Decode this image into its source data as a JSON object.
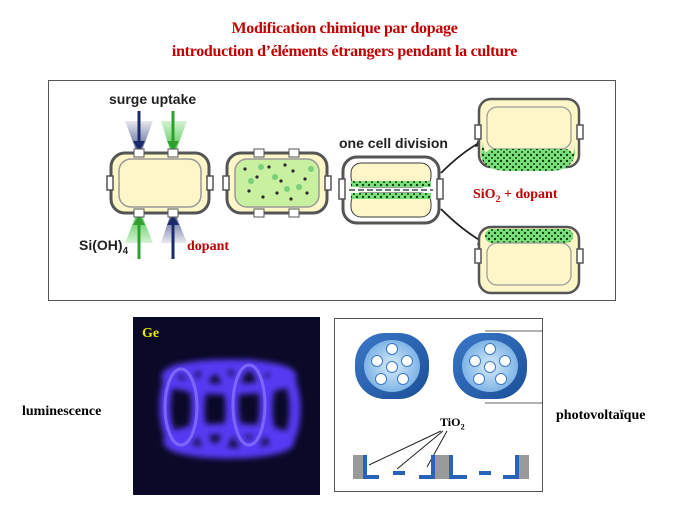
{
  "title": {
    "line1": "Modification chimique par dopage",
    "line2": "introduction d’éléments étrangers pendant la culture"
  },
  "diagram": {
    "surge_uptake": "surge uptake",
    "si_oh4": {
      "base": "Si(OH)",
      "sub": "4"
    },
    "dopant": "dopant",
    "one_cell_division": "one cell division",
    "sio2_dopant": {
      "pre": "SiO",
      "sub": "2",
      "post": " + dopant"
    }
  },
  "photo": {
    "element": "Ge"
  },
  "labels": {
    "luminescence": "luminescence",
    "photovoltaique": "photovoltaïque"
  },
  "pores": {
    "tio2": {
      "base": "TiO",
      "sub": "2"
    }
  },
  "colors": {
    "title_red": "#c00000",
    "cell_fill": "#fdf6c8",
    "green_silica": "#33cc33",
    "frustule_gray": "#777777",
    "luminescence_blue": "#5a3cff",
    "pore_blue": "#3a78c8"
  }
}
